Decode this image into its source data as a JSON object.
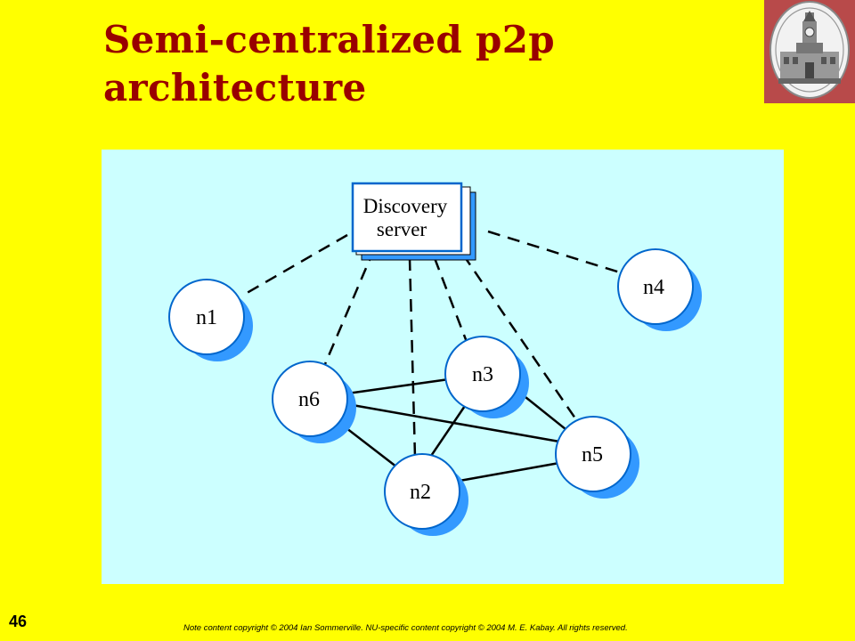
{
  "slide": {
    "title_line1": "Semi-centralized p2p",
    "title_line2": "architecture",
    "page_number": "46",
    "copyright": "Note content copyright © 2004 Ian Sommerville.  NU-specific content copyright © 2004 M. E. Kabay.  All rights reserved."
  },
  "diagram": {
    "server_line1": "Discovery",
    "server_line2": "server",
    "nodes": {
      "n1": "n1",
      "n2": "n2",
      "n3": "n3",
      "n4": "n4",
      "n5": "n5",
      "n6": "n6"
    }
  },
  "colors": {
    "background": "#ffff00",
    "title": "#990000",
    "diagram_bg": "#ccffff",
    "node_shadow": "#3399ff",
    "logo": "#b84a4a"
  }
}
